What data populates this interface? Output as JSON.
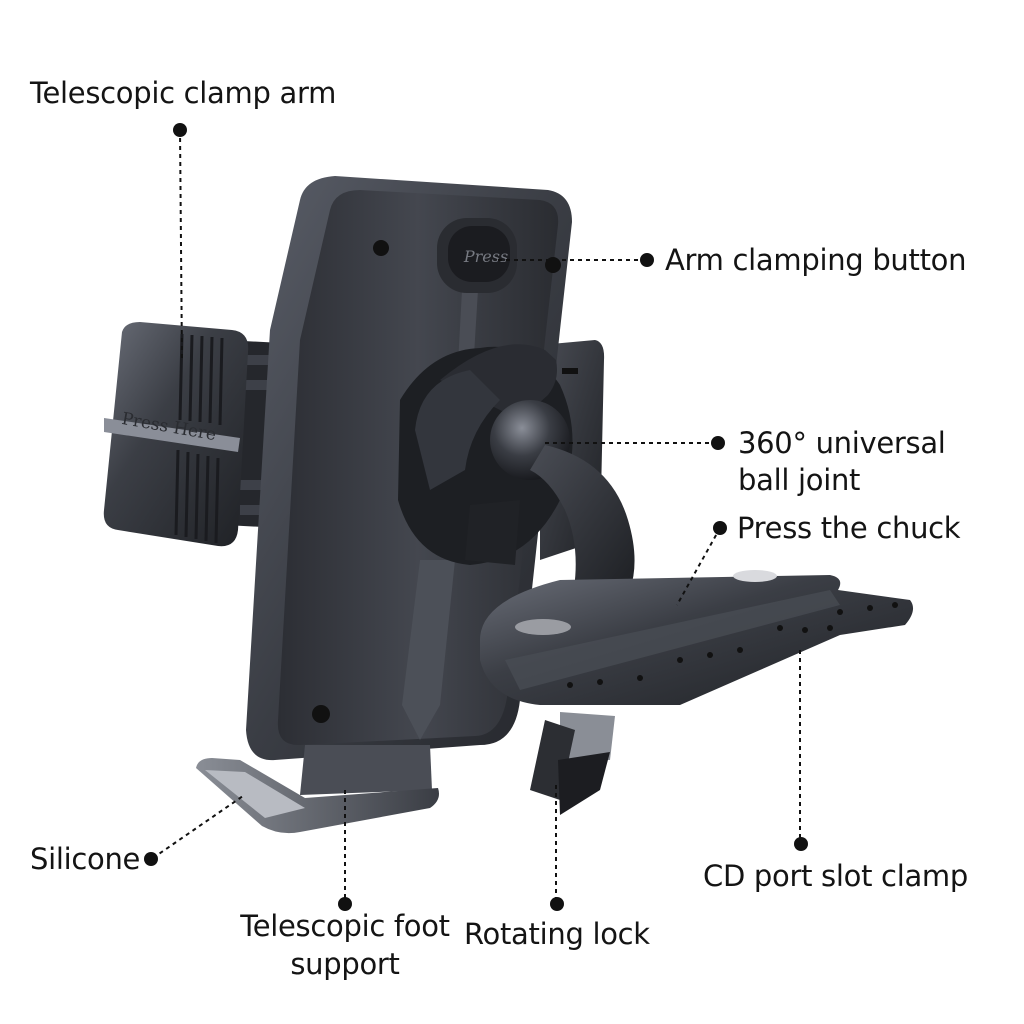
{
  "labels": {
    "telescopic_clamp_arm": "Telescopic clamp arm",
    "arm_clamping_button": "Arm clamping button",
    "ball_joint_line1": "360° universal",
    "ball_joint_line2": "ball joint",
    "press_the_chuck": "Press the chuck",
    "silicone": "Silicone",
    "telescopic_foot_line1": "Telescopic foot",
    "telescopic_foot_line2": "support",
    "rotating_lock": "Rotating lock",
    "cd_port_slot_clamp": "CD port slot clamp"
  },
  "product_text": {
    "press_button": "Press",
    "press_here": "Press Here"
  },
  "colors": {
    "body": "#3a3d44",
    "body_dark": "#23252a",
    "body_light": "#6a6e78",
    "leader": "#111111"
  }
}
